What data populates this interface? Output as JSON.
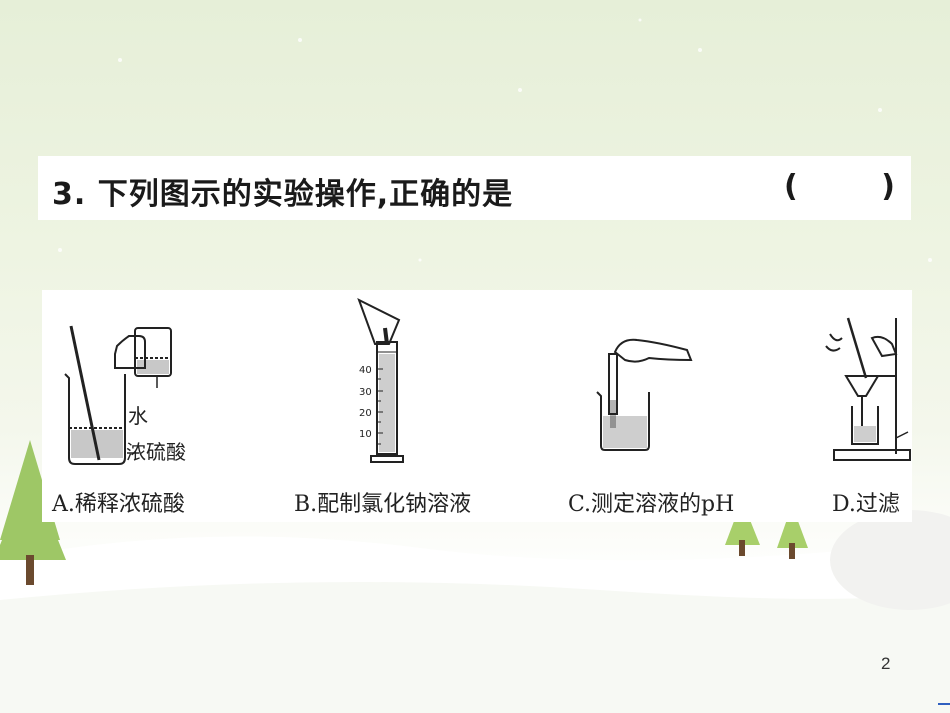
{
  "question": {
    "text": "3. 下列图示的实验操作,正确的是",
    "answer_blank": "(        )"
  },
  "options": [
    {
      "caption": "A.稀释浓硫酸",
      "labels": [
        "水",
        "浓硫酸"
      ]
    },
    {
      "caption": "B.配制氯化钠溶液",
      "scale_marks": [
        "40",
        "30",
        "20",
        "10"
      ]
    },
    {
      "caption": "C.测定溶液的pH"
    },
    {
      "caption": "D.过滤"
    }
  ],
  "page_number": "2"
}
